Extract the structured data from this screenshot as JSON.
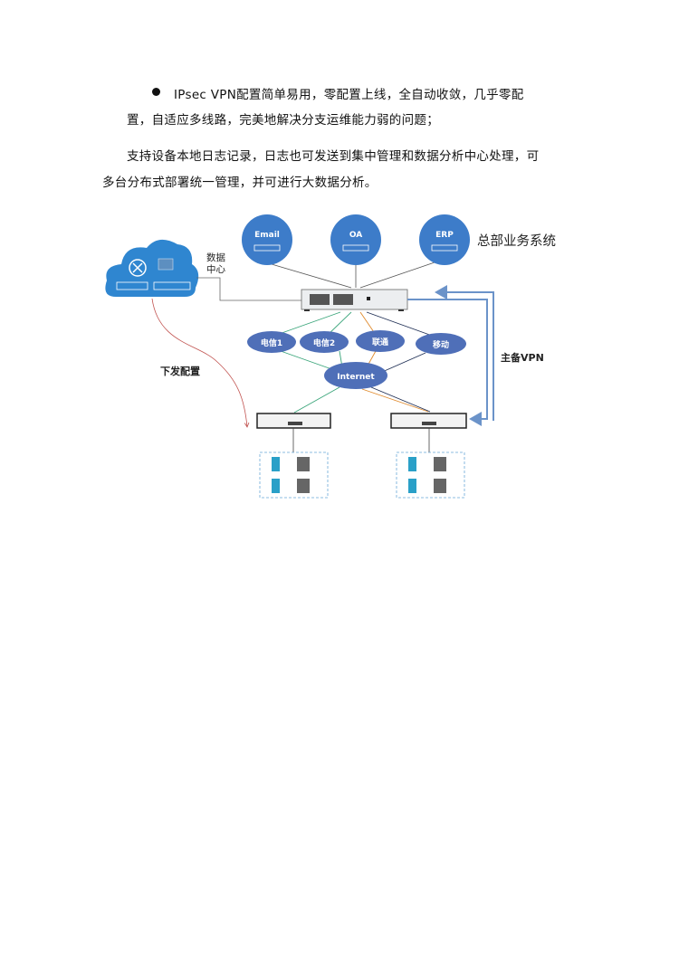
{
  "paragraphs": {
    "bullet_line1": "IPsec VPN配置简单易用，零配置上线，全自动收敛，几乎零配",
    "bullet_line2": "置，自适应多线路，完美地解决分支运维能力弱的问题；",
    "para_line1": "支持设备本地日志记录，日志也可发送到集中管理和数据分析中心处理，可",
    "para_line2": "多台分布式部署统一管理，并可进行大数据分析。"
  },
  "diagram": {
    "services": [
      "Email",
      "OA",
      "ERP"
    ],
    "hq_label": "总部业务系统",
    "datacenter_label_1": "数据",
    "datacenter_label_2": "中心",
    "isps": [
      "电信1",
      "电信2",
      "联通",
      "移动"
    ],
    "internet": "Internet",
    "vpn_label": "主备VPN",
    "config_label": "下发配置",
    "colors": {
      "blue": "#3d7cc9",
      "cloud": "#4f6fb8",
      "vpn": "#6b93c9",
      "config": "#c0504d"
    }
  }
}
